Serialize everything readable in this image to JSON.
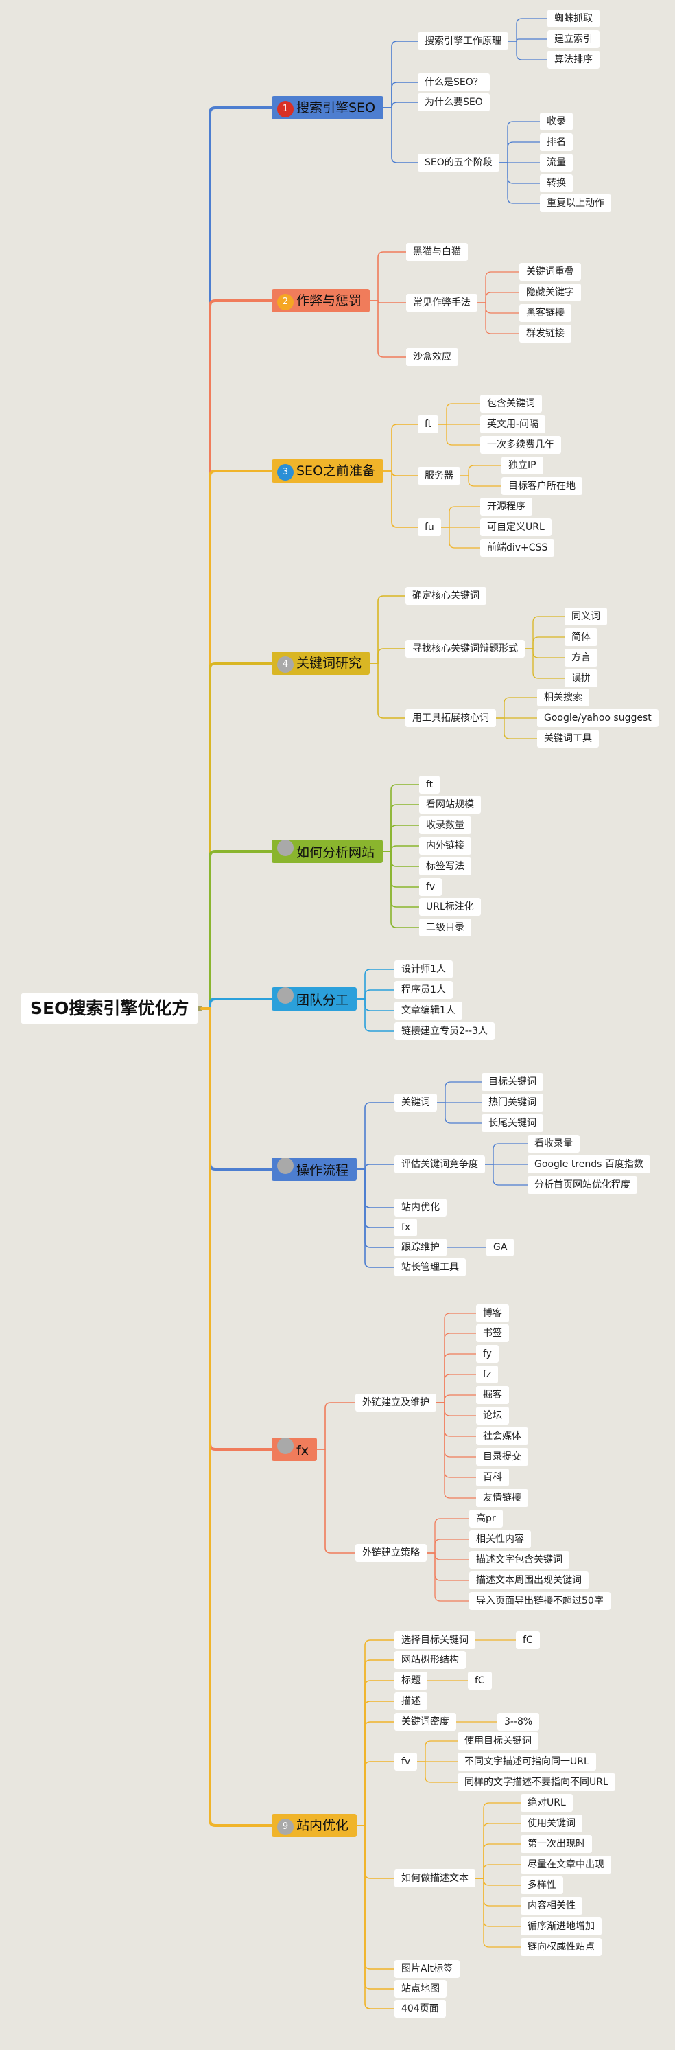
{
  "colors": {
    "background": "#e8e6df",
    "root_link": "#a3a061",
    "blue": "#4d7ed0",
    "salmon": "#f07c5b",
    "gold": "#f0b42a",
    "mustard": "#d9b624",
    "green": "#8ab52e",
    "sky": "#2ba0db"
  },
  "root": {
    "label": "SEO搜索引擎优化方"
  },
  "branches": [
    {
      "label": "搜索引擎SEO",
      "number": "1",
      "badge_color": "#d93025",
      "color": "#4d7ed0",
      "text_color": "#111111",
      "children": [
        {
          "label": "搜索引擎工作原理",
          "children": [
            {
              "label": "蜘蛛抓取"
            },
            {
              "label": "建立索引"
            },
            {
              "label": "算法排序"
            }
          ]
        },
        {
          "label": "什么是SEO？"
        },
        {
          "label": "为什么要SEO"
        },
        {
          "label": "SEO的五个阶段",
          "children": [
            {
              "label": "收录"
            },
            {
              "label": "排名"
            },
            {
              "label": "流量"
            },
            {
              "label": "转换"
            },
            {
              "label": "重复以上动作"
            }
          ]
        }
      ]
    },
    {
      "label": "作弊与惩罚",
      "number": "2",
      "badge_color": "#f5a623",
      "color": "#f07c5b",
      "text_color": "#111111",
      "children": [
        {
          "label": "黑猫与白猫"
        },
        {
          "label": "常见作弊手法",
          "children": [
            {
              "label": "关键词重叠"
            },
            {
              "label": "隐藏关键字"
            },
            {
              "label": "黑客链接"
            },
            {
              "label": "群发链接"
            }
          ]
        },
        {
          "label": "沙盒效应"
        }
      ]
    },
    {
      "label": "SEO之前准备",
      "number": "3",
      "badge_color": "#2b8fd6",
      "color": "#f0b42a",
      "text_color": "#111111",
      "children": [
        {
          "label": "ft",
          "children": [
            {
              "label": "包含关键词"
            },
            {
              "label": "英文用-间隔"
            },
            {
              "label": "一次多续费几年"
            }
          ]
        },
        {
          "label": "服务器",
          "children": [
            {
              "label": "独立IP"
            },
            {
              "label": "目标客户所在地"
            }
          ]
        },
        {
          "label": "fu",
          "children": [
            {
              "label": "开源程序"
            },
            {
              "label": "可自定义URL"
            },
            {
              "label": "前端div+CSS"
            }
          ]
        }
      ]
    },
    {
      "label": "关键词研究",
      "number": "4",
      "badge_color": "#a9a9a9",
      "color": "#d9b624",
      "text_color": "#111111",
      "children": [
        {
          "label": "确定核心关键词"
        },
        {
          "label": "寻找核心关键词辩题形式",
          "children": [
            {
              "label": "同义词"
            },
            {
              "label": "简体"
            },
            {
              "label": "方言"
            },
            {
              "label": "误拼"
            }
          ]
        },
        {
          "label": "用工具拓展核心词",
          "children": [
            {
              "label": "相关搜索"
            },
            {
              "label": "Google/yahoo suggest"
            },
            {
              "label": "关键词工具"
            }
          ]
        }
      ]
    },
    {
      "label": "如何分析网站",
      "number": "",
      "badge_color": "#a9a9a9",
      "color": "#8ab52e",
      "text_color": "#111111",
      "children": [
        {
          "label": "ft"
        },
        {
          "label": "看网站规模"
        },
        {
          "label": "收录数量"
        },
        {
          "label": "内外链接"
        },
        {
          "label": "标签写法"
        },
        {
          "label": "fv"
        },
        {
          "label": "URL标注化"
        },
        {
          "label": "二级目录"
        }
      ]
    },
    {
      "label": "团队分工",
      "number": "",
      "badge_color": "#a9a9a9",
      "color": "#2ba0db",
      "text_color": "#111111",
      "children": [
        {
          "label": "设计师1人"
        },
        {
          "label": "程序员1人"
        },
        {
          "label": "文章编辑1人"
        },
        {
          "label": "链接建立专员2--3人"
        }
      ]
    },
    {
      "label": "操作流程",
      "number": "",
      "badge_color": "#a9a9a9",
      "color": "#4d7ed0",
      "text_color": "#111111",
      "children": [
        {
          "label": "关键词",
          "children": [
            {
              "label": "目标关键词"
            },
            {
              "label": "热门关键词"
            },
            {
              "label": "长尾关键词"
            }
          ]
        },
        {
          "label": "评估关键词竞争度",
          "children": [
            {
              "label": "看收录量"
            },
            {
              "label": "Google trends 百度指数"
            },
            {
              "label": "分析首页网站优化程度"
            }
          ]
        },
        {
          "label": "站内优化"
        },
        {
          "label": "fx"
        },
        {
          "label": "跟踪维护",
          "children": [
            {
              "label": "GA"
            }
          ]
        },
        {
          "label": "站长管理工具"
        }
      ]
    },
    {
      "label": "fx",
      "number": "",
      "badge_color": "#a9a9a9",
      "color": "#f07c5b",
      "text_color": "#111111",
      "children": [
        {
          "label": "外链建立及维护",
          "children": [
            {
              "label": "博客"
            },
            {
              "label": "书签"
            },
            {
              "label": "fy"
            },
            {
              "label": "fz"
            },
            {
              "label": "掘客"
            },
            {
              "label": "论坛"
            },
            {
              "label": "社会媒体"
            },
            {
              "label": "目录提交"
            },
            {
              "label": "百科"
            },
            {
              "label": "友情链接"
            }
          ]
        },
        {
          "label": "外链建立策略",
          "children": [
            {
              "label": "高pr"
            },
            {
              "label": "相关性内容"
            },
            {
              "label": "描述文字包含关键词"
            },
            {
              "label": "描述文本周围出现关键词"
            },
            {
              "label": "导入页面导出链接不超过50字"
            }
          ]
        }
      ]
    },
    {
      "label": "站内优化",
      "number": "9",
      "badge_color": "#a9a9a9",
      "color": "#f0b42a",
      "text_color": "#111111",
      "children": [
        {
          "label": "选择目标关键词",
          "children": [
            {
              "label": "fC"
            }
          ]
        },
        {
          "label": "网站树形结构"
        },
        {
          "label": "标题",
          "children": [
            {
              "label": "fC"
            }
          ]
        },
        {
          "label": "描述"
        },
        {
          "label": "关键词密度",
          "children": [
            {
              "label": "3--8%"
            }
          ]
        },
        {
          "label": "fv",
          "children": [
            {
              "label": "使用目标关键词"
            },
            {
              "label": "不同文字描述可指向同一URL"
            },
            {
              "label": "同样的文字描述不要指向不同URL"
            }
          ]
        },
        {
          "label": "如何做描述文本",
          "children": [
            {
              "label": "绝对URL"
            },
            {
              "label": "使用关键词"
            },
            {
              "label": "第一次出现时"
            },
            {
              "label": "尽量在文章中出现"
            },
            {
              "label": "多样性"
            },
            {
              "label": "内容相关性"
            },
            {
              "label": "循序渐进地增加"
            },
            {
              "label": "链向权威性站点"
            }
          ]
        },
        {
          "label": "图片Alt标签"
        },
        {
          "label": "站点地图"
        },
        {
          "label": "404页面"
        }
      ]
    }
  ]
}
